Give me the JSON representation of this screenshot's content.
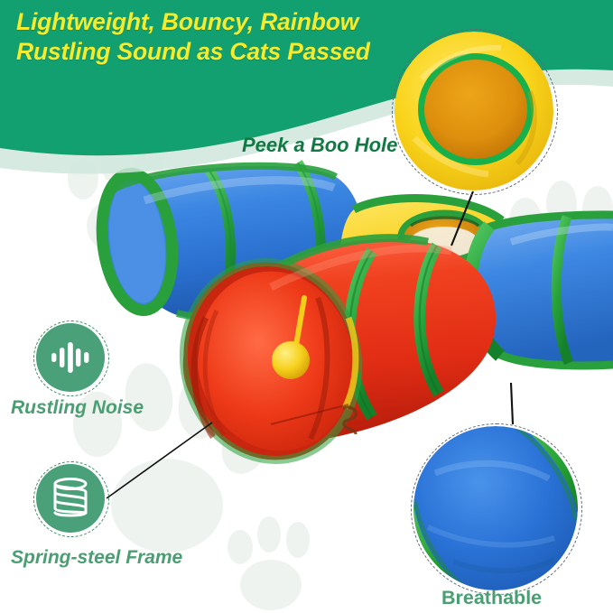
{
  "banner": {
    "headline_line1": "Lightweight, Bouncy, Rainbow",
    "headline_line2": "Rustling Sound as Cats Passed",
    "bg_color": "#12a070",
    "wave_color": "#cfe6dc",
    "text_color": "#f4ec2c"
  },
  "callouts": [
    {
      "id": "peek",
      "label": "Peek a Boo Hole",
      "text_color": "#117a43",
      "type": "photo-circle",
      "detail": "yellow fabric panel with green-rimmed round peek hole showing orange interior"
    },
    {
      "id": "rustling",
      "label": "Rustling Noise",
      "text_color": "#4a9e72",
      "type": "icon-badge",
      "icon": "sound-wave-icon",
      "badge_color": "#4aa179"
    },
    {
      "id": "spring",
      "label": "Spring-steel Frame",
      "text_color": "#4a9e72",
      "type": "icon-badge",
      "icon": "coil-spring-icon",
      "badge_color": "#4aa179"
    },
    {
      "id": "breathable",
      "label": "Breathable",
      "text_color": "#4a9e72",
      "type": "photo-circle",
      "detail": "blue polyester fabric closeup with green diagonal trim seams"
    }
  ],
  "product": {
    "name": "3-way collapsible pop-up cat tunnel",
    "colors": {
      "blue": "#2f7ddb",
      "red": "#e8331f",
      "yellow": "#f5d417",
      "green_trim": "#2aa03c",
      "hole_interior": "#d98f12"
    },
    "parts": [
      "blue left arm",
      "red center tunnel with open mouth",
      "blue right arm",
      "yellow junction hub",
      "yellow dangling ball toy",
      "peek-a-boo hole on top of hub",
      "crinkle spring-steel frame rings"
    ]
  }
}
